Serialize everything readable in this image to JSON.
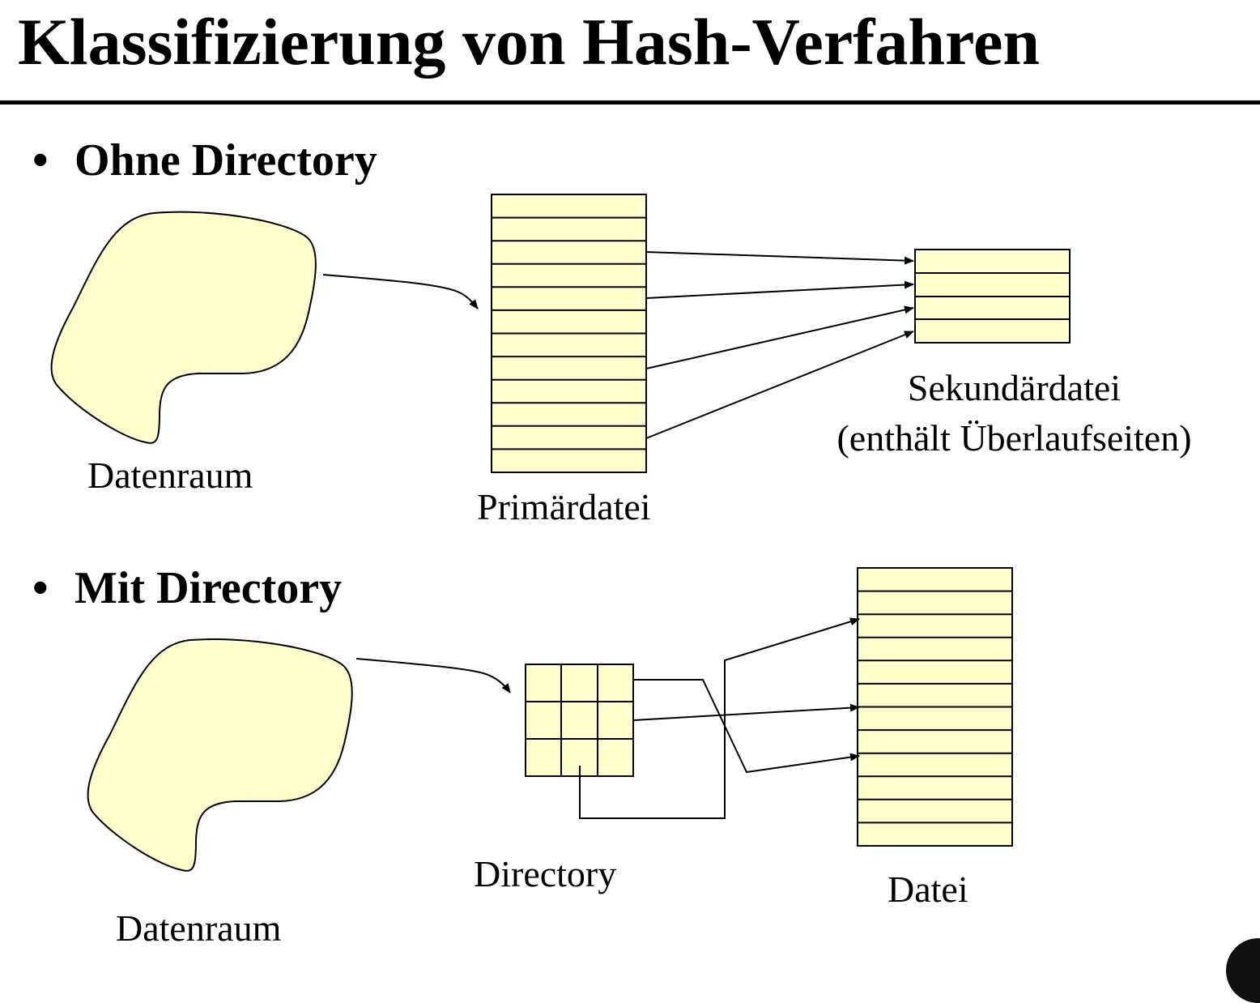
{
  "slide": {
    "title": "Klassifizierung von Hash-Verfahren"
  },
  "sections": {
    "ohne": {
      "heading": "Ohne Directory",
      "datenraum_label": "Datenraum",
      "primaer_label": "Primärdatei",
      "sekundaer_label": "Sekundärdatei",
      "sekundaer_sublabel": "(enthält Überlaufseiten)"
    },
    "mit": {
      "heading": "Mit Directory",
      "datenraum_label": "Datenraum",
      "directory_label": "Directory",
      "datei_label": "Datei"
    }
  },
  "style": {
    "block_fill": "#ffffcc",
    "stroke": "#000000"
  }
}
